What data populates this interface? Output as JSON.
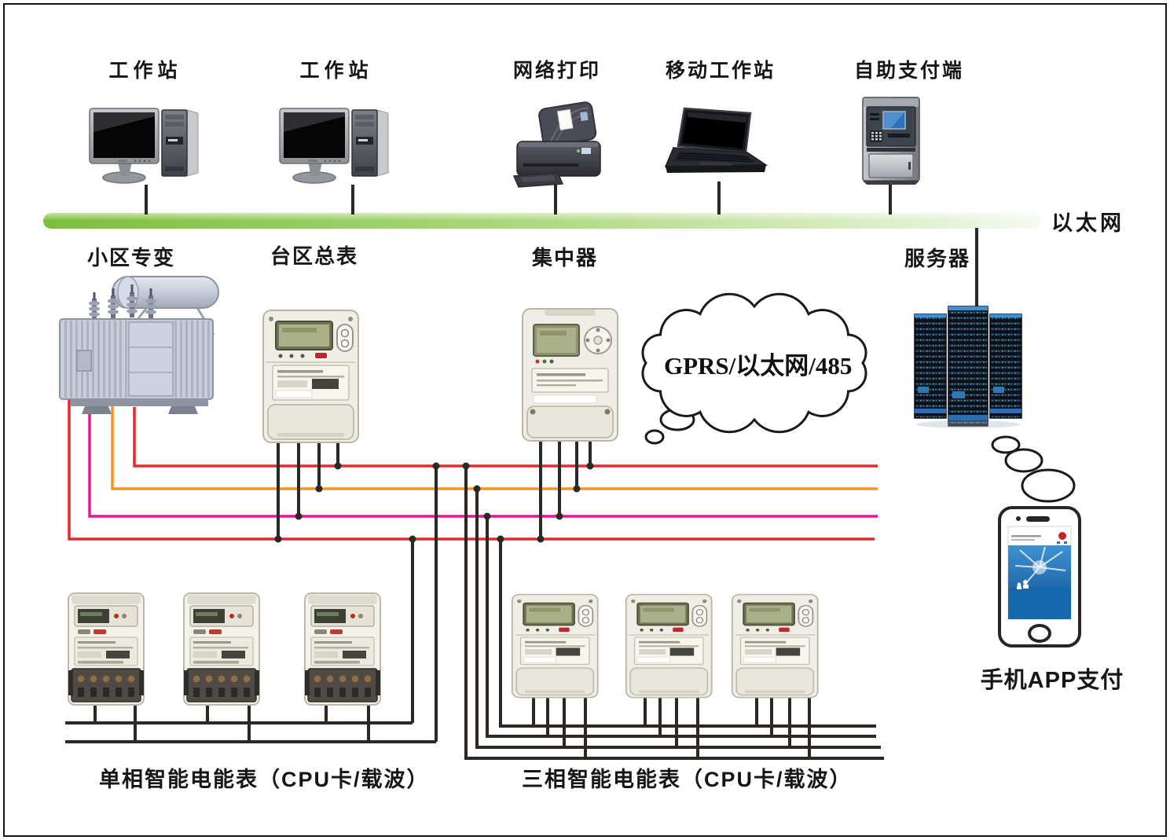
{
  "colors": {
    "ethernet_green": "#7CBE3B",
    "wire_red": "#E8272E",
    "wire_orange": "#F7941E",
    "wire_magenta": "#EC1290",
    "wire_black": "#2E2824"
  },
  "ethernet": {
    "label": "以太网"
  },
  "top_devices": [
    {
      "name": "workstation-1",
      "label": "工作站",
      "type": "desktop"
    },
    {
      "name": "workstation-2",
      "label": "工作站",
      "type": "desktop"
    },
    {
      "name": "network-printer",
      "label": "网络打印",
      "type": "printer"
    },
    {
      "name": "mobile-workstation",
      "label": "移动工作站",
      "type": "laptop"
    },
    {
      "name": "self-service-payment-terminal",
      "label": "自助支付端",
      "type": "kiosk"
    }
  ],
  "middle_devices": [
    {
      "name": "community-transformer",
      "label": "小区专变"
    },
    {
      "name": "district-master-meter",
      "label": "台区总表"
    },
    {
      "name": "concentrator",
      "label": "集中器"
    },
    {
      "name": "server",
      "label": "服务器"
    }
  ],
  "cloud": {
    "text": "GPRS/以太网/485"
  },
  "phone": {
    "label": "手机APP支付"
  },
  "meter_groups": {
    "single_phase": {
      "label": "单相智能电能表（CPU卡/载波）",
      "count": 3
    },
    "three_phase": {
      "label": "三相智能电能表（CPU卡/载波）",
      "count": 3
    }
  }
}
